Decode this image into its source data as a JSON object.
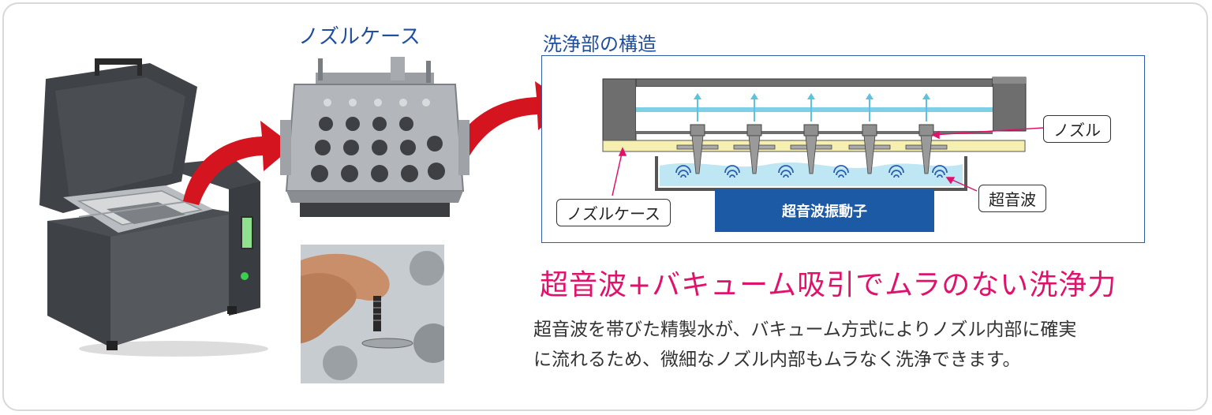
{
  "labels": {
    "nozzle_case_title": "ノズルケース",
    "structure_title": "洗浄部の構造"
  },
  "diagram": {
    "callout_nozzle": "ノズル",
    "callout_nozzle_case": "ノズルケース",
    "callout_ultrasonic": "超音波",
    "transducer_label": "超音波振動子"
  },
  "headline": "超音波+バキューム吸引でムラのない洗浄力",
  "description": {
    "line1": "超音波を帯びた精製水が、バキューム方式によりノズル内部に確実",
    "line2": "に流れるため、微細なノズル内部もムラなく洗浄できます。"
  },
  "colors": {
    "accent_magenta": "#e0126b",
    "title_blue": "#1f4fa0",
    "arrow_red": "#d4141e",
    "transducer_blue": "#1d5aa6",
    "water": "#bfe6f3"
  }
}
